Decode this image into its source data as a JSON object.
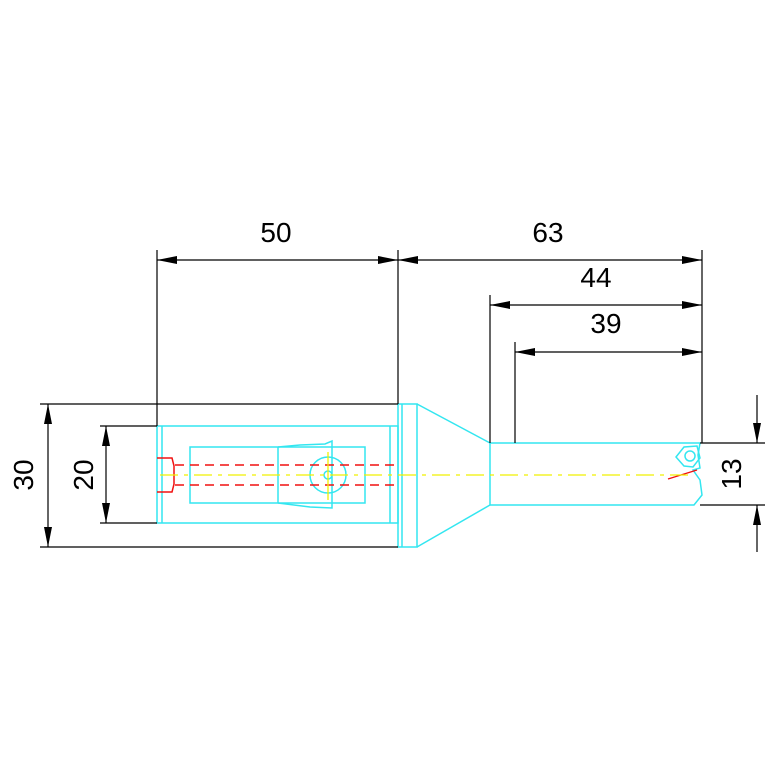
{
  "drawing": {
    "title": "Boring bar tool technical drawing",
    "colors": {
      "outline": "#33e6f0",
      "dimension": "#000000",
      "hidden": "#f01010",
      "centerline": "#f0f000"
    },
    "dimensions": {
      "shank_length": "50",
      "overall_reach": "63",
      "bar_length_44": "44",
      "bar_length_39": "39",
      "flange_height": "30",
      "shank_diameter": "20",
      "bar_diameter": "13"
    }
  }
}
